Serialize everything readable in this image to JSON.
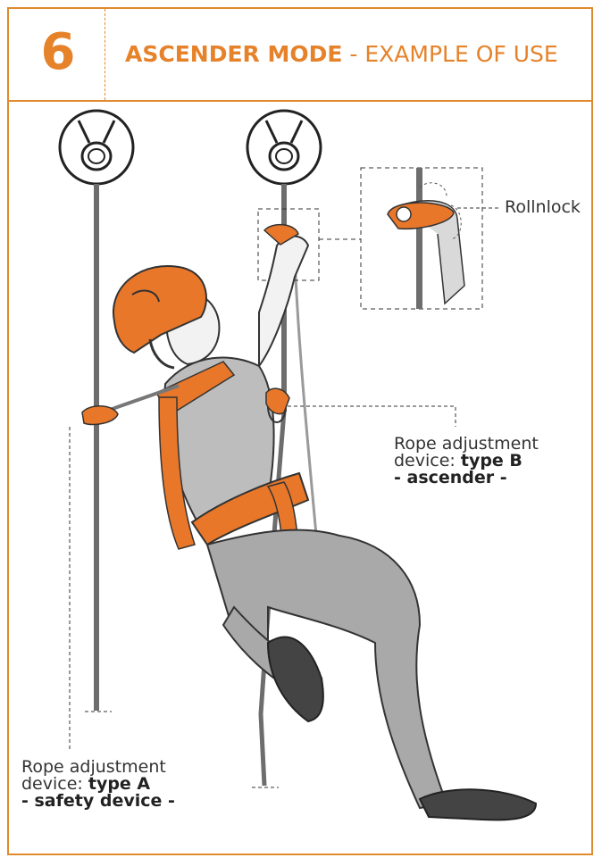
{
  "header": {
    "step_number": "6",
    "title_bold": "ASCENDER MODE",
    "title_rest": " - EXAMPLE OF USE"
  },
  "callouts": {
    "rollnlock": "Rollnlock",
    "type_b": {
      "line1": "Rope adjustment",
      "line2_prefix": "device: ",
      "line2_bold": "type B",
      "line3": "- ascender -"
    },
    "type_a": {
      "line1": "Rope adjustment",
      "line2_prefix": "device: ",
      "line2_bold": "type A",
      "line3": "- safety device -"
    }
  },
  "colors": {
    "accent": "#e5822a",
    "frame": "#e08a2e",
    "helmet": "#e8772a",
    "clothing": "#bdbdbd",
    "trousers": "#a9a9a9",
    "outline": "#333333"
  },
  "icons": [
    "anchor-point-icon",
    "helmet-icon",
    "rope-clamp-icon",
    "carabiner-icon"
  ]
}
